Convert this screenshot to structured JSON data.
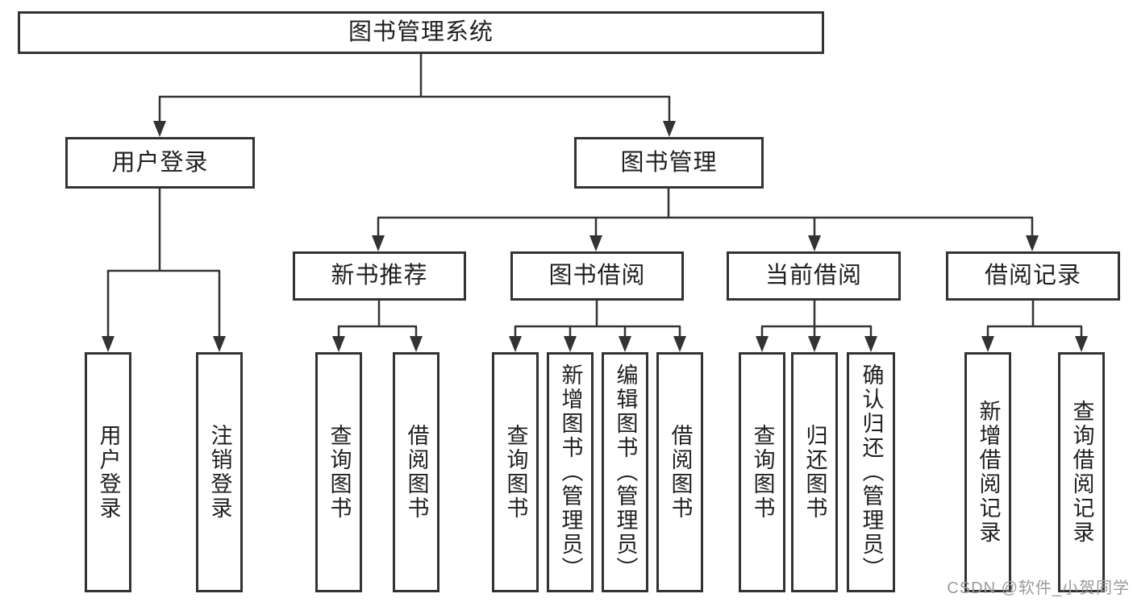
{
  "diagram": {
    "root": {
      "label": "图书管理系统"
    },
    "level1": [
      {
        "label": "用户登录"
      },
      {
        "label": "图书管理"
      }
    ],
    "level2": [
      {
        "label": "新书推荐",
        "parent": "图书管理"
      },
      {
        "label": "图书借阅",
        "parent": "图书管理"
      },
      {
        "label": "当前借阅",
        "parent": "图书管理"
      },
      {
        "label": "借阅记录",
        "parent": "图书管理"
      }
    ],
    "leaves": [
      {
        "label": "用户登录",
        "parent": "用户登录"
      },
      {
        "label": "注销登录",
        "parent": "用户登录"
      },
      {
        "label": "查询图书",
        "parent": "新书推荐"
      },
      {
        "label": "借阅图书",
        "parent": "新书推荐"
      },
      {
        "label": "查询图书",
        "parent": "图书借阅"
      },
      {
        "label": "新增图书（管理员）",
        "parent": "图书借阅"
      },
      {
        "label": "编辑图书（管理员）",
        "parent": "图书借阅"
      },
      {
        "label": "借阅图书",
        "parent": "图书借阅"
      },
      {
        "label": "查询图书",
        "parent": "当前借阅"
      },
      {
        "label": "归还图书",
        "parent": "当前借阅"
      },
      {
        "label": "确认归还（管理员）",
        "parent": "当前借阅"
      },
      {
        "label": "新增借阅记录",
        "parent": "借阅记录"
      },
      {
        "label": "查询借阅记录",
        "parent": "借阅记录"
      }
    ]
  },
  "watermark": {
    "text": "CSDN @软件_小贺同学"
  },
  "colors": {
    "line": "#333333",
    "box_border": "#333333",
    "box_background": "#ffffff",
    "text": "#1f1f1f",
    "watermark_text": "#9b9b9b",
    "page_background": "#ffffff"
  }
}
